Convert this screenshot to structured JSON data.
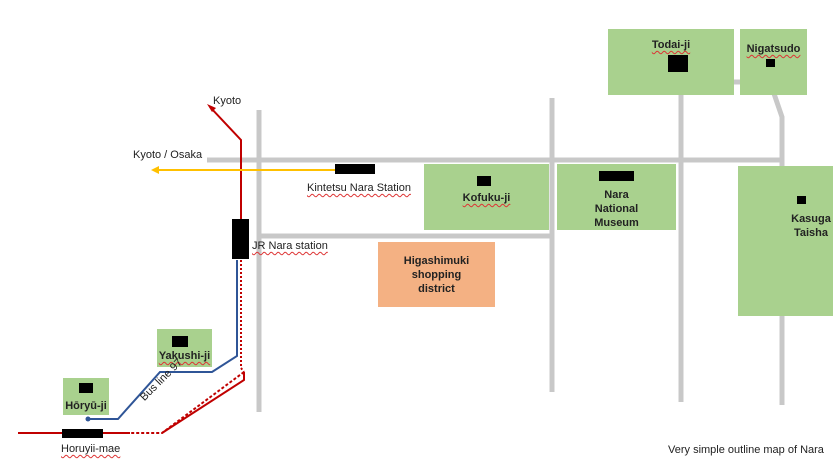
{
  "colors": {
    "road": "#c8c8c8",
    "green_area": "#a9d18e",
    "shopping_area": "#f4b183",
    "jr_line": "#c00000",
    "kintetsu_line": "#ffc000",
    "bus_line": "#2f5597"
  },
  "labels": {
    "kyoto": "Kyoto",
    "kyoto_osaka": "Kyoto / Osaka",
    "kintetsu_nara_station": "Kintetsu Nara Station",
    "jr_nara_station": "JR Nara station",
    "bus_line_97": "Bus line 97",
    "horuyii_mae": "Horuyii-mae",
    "caption": "Very simple outline map of Nara"
  },
  "places": {
    "todai_ji": "Todai-ji",
    "nigatsudo": "Nigatsudo",
    "kofuku_ji": "Kofuku-ji",
    "nara_national_museum": [
      "Nara",
      "National",
      "Museum"
    ],
    "kasuga_taisha": [
      "Kasuga",
      "Taisha"
    ],
    "higashimuki": [
      "Higashimuki",
      "shopping",
      "district"
    ],
    "yakushi_ji": "Yakushi-ji",
    "horyu_ji": "Hōryū-ji"
  }
}
